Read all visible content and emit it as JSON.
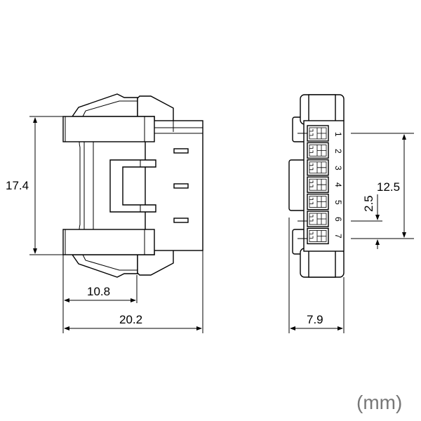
{
  "dimensions": {
    "height_overall": "17.4",
    "depth_partial": "10.8",
    "depth_overall": "20.2",
    "pin_span": "12.5",
    "pin_pitch": "2.5",
    "width": "7.9"
  },
  "pins": [
    "1",
    "2",
    "3",
    "4",
    "5",
    "6",
    "7"
  ],
  "unit": "(mm)"
}
